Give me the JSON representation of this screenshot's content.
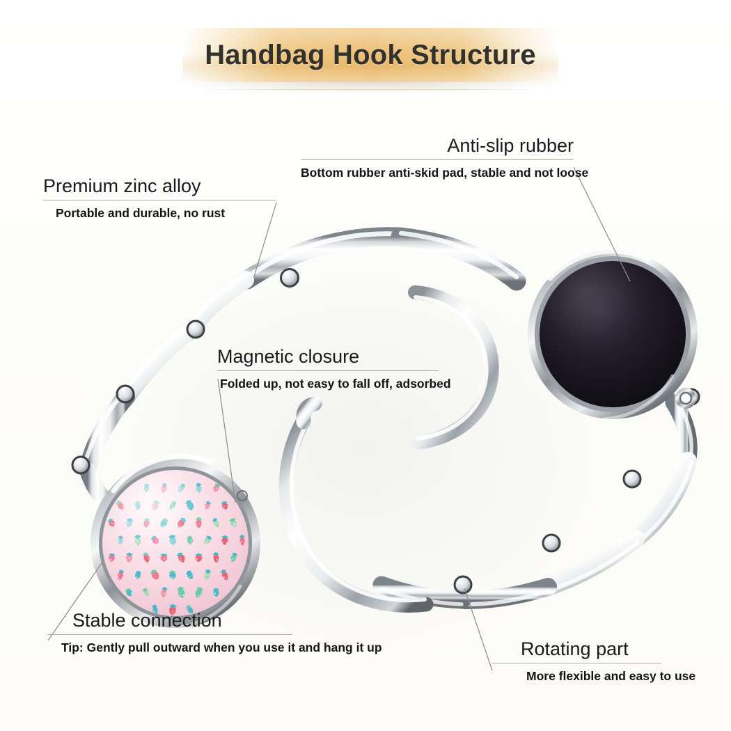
{
  "header": {
    "title": "Handbag Hook Structure"
  },
  "colors": {
    "background": "#fdfdfb",
    "banner_gold": "#ecbd70",
    "heading_text": "#1a1a1a",
    "rule_line": "#aeaeae",
    "leader_line": "#8f8f8f",
    "chrome_light": "#ffffff",
    "chrome_mid": "#c9ccd0",
    "chrome_dark": "#5a5f64",
    "rubber_black": "#1a1620",
    "disc_pink": "#f9d9e2",
    "strawberry_red": "#e8596b",
    "strawberry_green": "#63c9a4",
    "strawberry_teal": "#3fb6c8"
  },
  "callouts": [
    {
      "id": "zinc",
      "heading": "Premium zinc alloy",
      "subtitle": "Portable and durable, no rust"
    },
    {
      "id": "rubber",
      "heading": "Anti-slip rubber",
      "subtitle": "Bottom rubber anti-skid pad, stable and not loose"
    },
    {
      "id": "magnet",
      "heading": "Magnetic closure",
      "subtitle": "Folded up, not easy to fall off,  adsorbed"
    },
    {
      "id": "stable",
      "heading": "Stable connection",
      "subtitle": "Tip: Gently pull outward when you use it and hang it up"
    },
    {
      "id": "rotate",
      "heading": "Rotating part",
      "subtitle": "More flexible and easy to use"
    }
  ],
  "product": {
    "name": "handbag-hook",
    "parts": [
      "chrome-link-arm",
      "pivot-joint",
      "black-rubber-pad-disc",
      "strawberry-pattern-disc",
      "inner-hook-arm"
    ]
  }
}
